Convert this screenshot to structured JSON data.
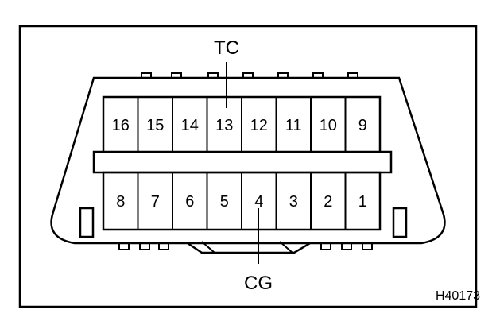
{
  "connector": {
    "top_row_pins": [
      "16",
      "15",
      "14",
      "13",
      "12",
      "11",
      "10",
      "9"
    ],
    "bottom_row_pins": [
      "8",
      "7",
      "6",
      "5",
      "4",
      "3",
      "2",
      "1"
    ]
  },
  "callouts": {
    "top": "TC",
    "bottom": "CG"
  },
  "figure_id": "H40173",
  "colors": {
    "line": "#000000",
    "background": "#ffffff"
  }
}
